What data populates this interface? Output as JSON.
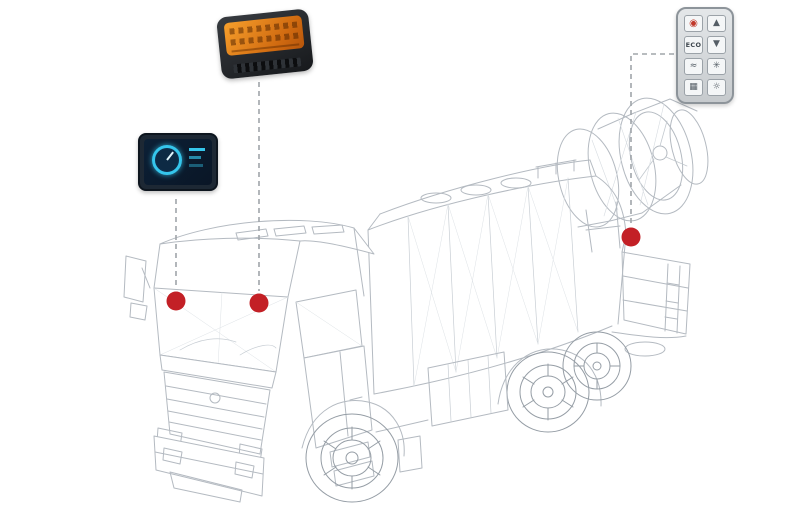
{
  "canvas": {
    "background": "#ffffff"
  },
  "colors": {
    "marker_red": "#c32026",
    "connector_gray": "#a0a5aa",
    "wireframe_gray": "#b4bac1",
    "ecu_screen_orange": "#e98a1d",
    "display_accent_cyan": "#35c6ec"
  },
  "devices": {
    "ecu": {
      "name": "engine-control-unit"
    },
    "display": {
      "name": "dashboard-display"
    },
    "keypad": {
      "name": "control-keypad",
      "buttons": [
        {
          "name": "power-button-icon",
          "glyph": "◉"
        },
        {
          "name": "up-button-icon",
          "glyph": "▲"
        },
        {
          "name": "eco-button",
          "glyph": "ECO"
        },
        {
          "name": "down-button-icon",
          "glyph": "▼"
        },
        {
          "name": "spray-button-icon",
          "glyph": "≈"
        },
        {
          "name": "fan-button-icon",
          "glyph": "✳"
        },
        {
          "name": "grid-button-icon",
          "glyph": "▦"
        },
        {
          "name": "light-button-icon",
          "glyph": "☼"
        }
      ]
    }
  },
  "markers": [
    {
      "name": "marker-display"
    },
    {
      "name": "marker-ecu"
    },
    {
      "name": "marker-keypad"
    }
  ]
}
